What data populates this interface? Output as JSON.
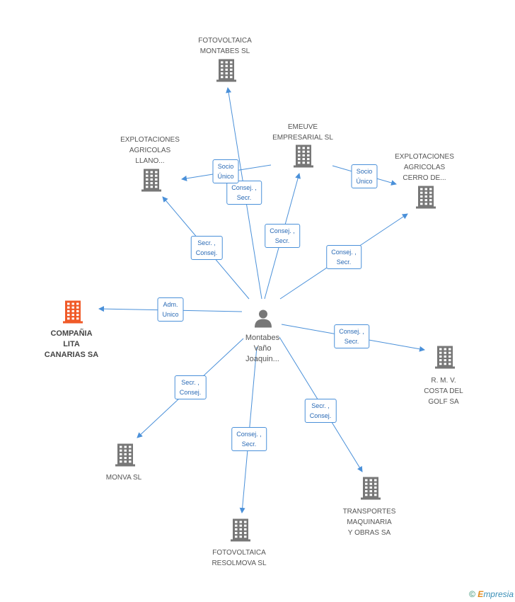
{
  "center": {
    "label": [
      "Montabes",
      "Vaño",
      "Joaquin..."
    ]
  },
  "nodes": [
    {
      "id": "fotovoltaica-montabes",
      "label": [
        "FOTOVOLTAICA",
        "MONTABES SL"
      ],
      "color": "#777777"
    },
    {
      "id": "emeuve",
      "label": [
        "EMEUVE",
        "EMPRESARIAL SL"
      ],
      "color": "#777777"
    },
    {
      "id": "explotaciones-llano",
      "label": [
        "EXPLOTACIONES",
        "AGRICOLAS",
        "LLANO..."
      ],
      "color": "#777777"
    },
    {
      "id": "explotaciones-cerro",
      "label": [
        "EXPLOTACIONES",
        "AGRICOLAS",
        "CERRO DE..."
      ],
      "color": "#777777"
    },
    {
      "id": "compania-lita",
      "label": [
        "COMPAÑIA",
        "LITA",
        "CANARIAS SA"
      ],
      "color": "#f05a28",
      "highlight": true
    },
    {
      "id": "rmv-costa",
      "label": [
        "R. M. V.",
        "COSTA DEL",
        "GOLF SA"
      ],
      "color": "#777777"
    },
    {
      "id": "monva",
      "label": [
        "MONVA SL"
      ],
      "color": "#777777"
    },
    {
      "id": "fotovoltaica-resolmova",
      "label": [
        "FOTOVOLTAICA",
        "RESOLMOVA SL"
      ],
      "color": "#777777"
    },
    {
      "id": "transportes",
      "label": [
        "TRANSPORTES",
        "MAQUINARIA",
        "Y OBRAS SA"
      ],
      "color": "#777777"
    }
  ],
  "edges": [
    {
      "to": "fotovoltaica-montabes",
      "label": [
        "Consej. ,",
        "Secr."
      ]
    },
    {
      "to": "emeuve",
      "label": [
        "Consej. ,",
        "Secr."
      ]
    },
    {
      "from": "emeuve",
      "to": "explotaciones-llano",
      "label": [
        "Socio",
        "Único"
      ]
    },
    {
      "from": "emeuve",
      "to": "explotaciones-cerro",
      "label": [
        "Socio",
        "Único"
      ]
    },
    {
      "to": "explotaciones-llano",
      "label": [
        "Secr. ,",
        "Consej."
      ]
    },
    {
      "to": "explotaciones-cerro",
      "label": [
        "Consej. ,",
        "Secr."
      ]
    },
    {
      "to": "compania-lita",
      "label": [
        "Adm.",
        "Unico"
      ]
    },
    {
      "to": "rmv-costa",
      "label": [
        "Consej. ,",
        "Secr."
      ]
    },
    {
      "to": "monva",
      "label": [
        "Secr. ,",
        "Consej."
      ]
    },
    {
      "to": "fotovoltaica-resolmova",
      "label": [
        "Consej. ,",
        "Secr."
      ]
    },
    {
      "to": "transportes",
      "label": [
        "Secr. ,",
        "Consej."
      ]
    }
  ],
  "footer": {
    "copyright": "©",
    "brand_e": "E",
    "brand_rest": "mpresia"
  },
  "colors": {
    "edge": "#4a90d9",
    "building": "#777777",
    "highlight": "#f05a28",
    "person": "#777777"
  }
}
